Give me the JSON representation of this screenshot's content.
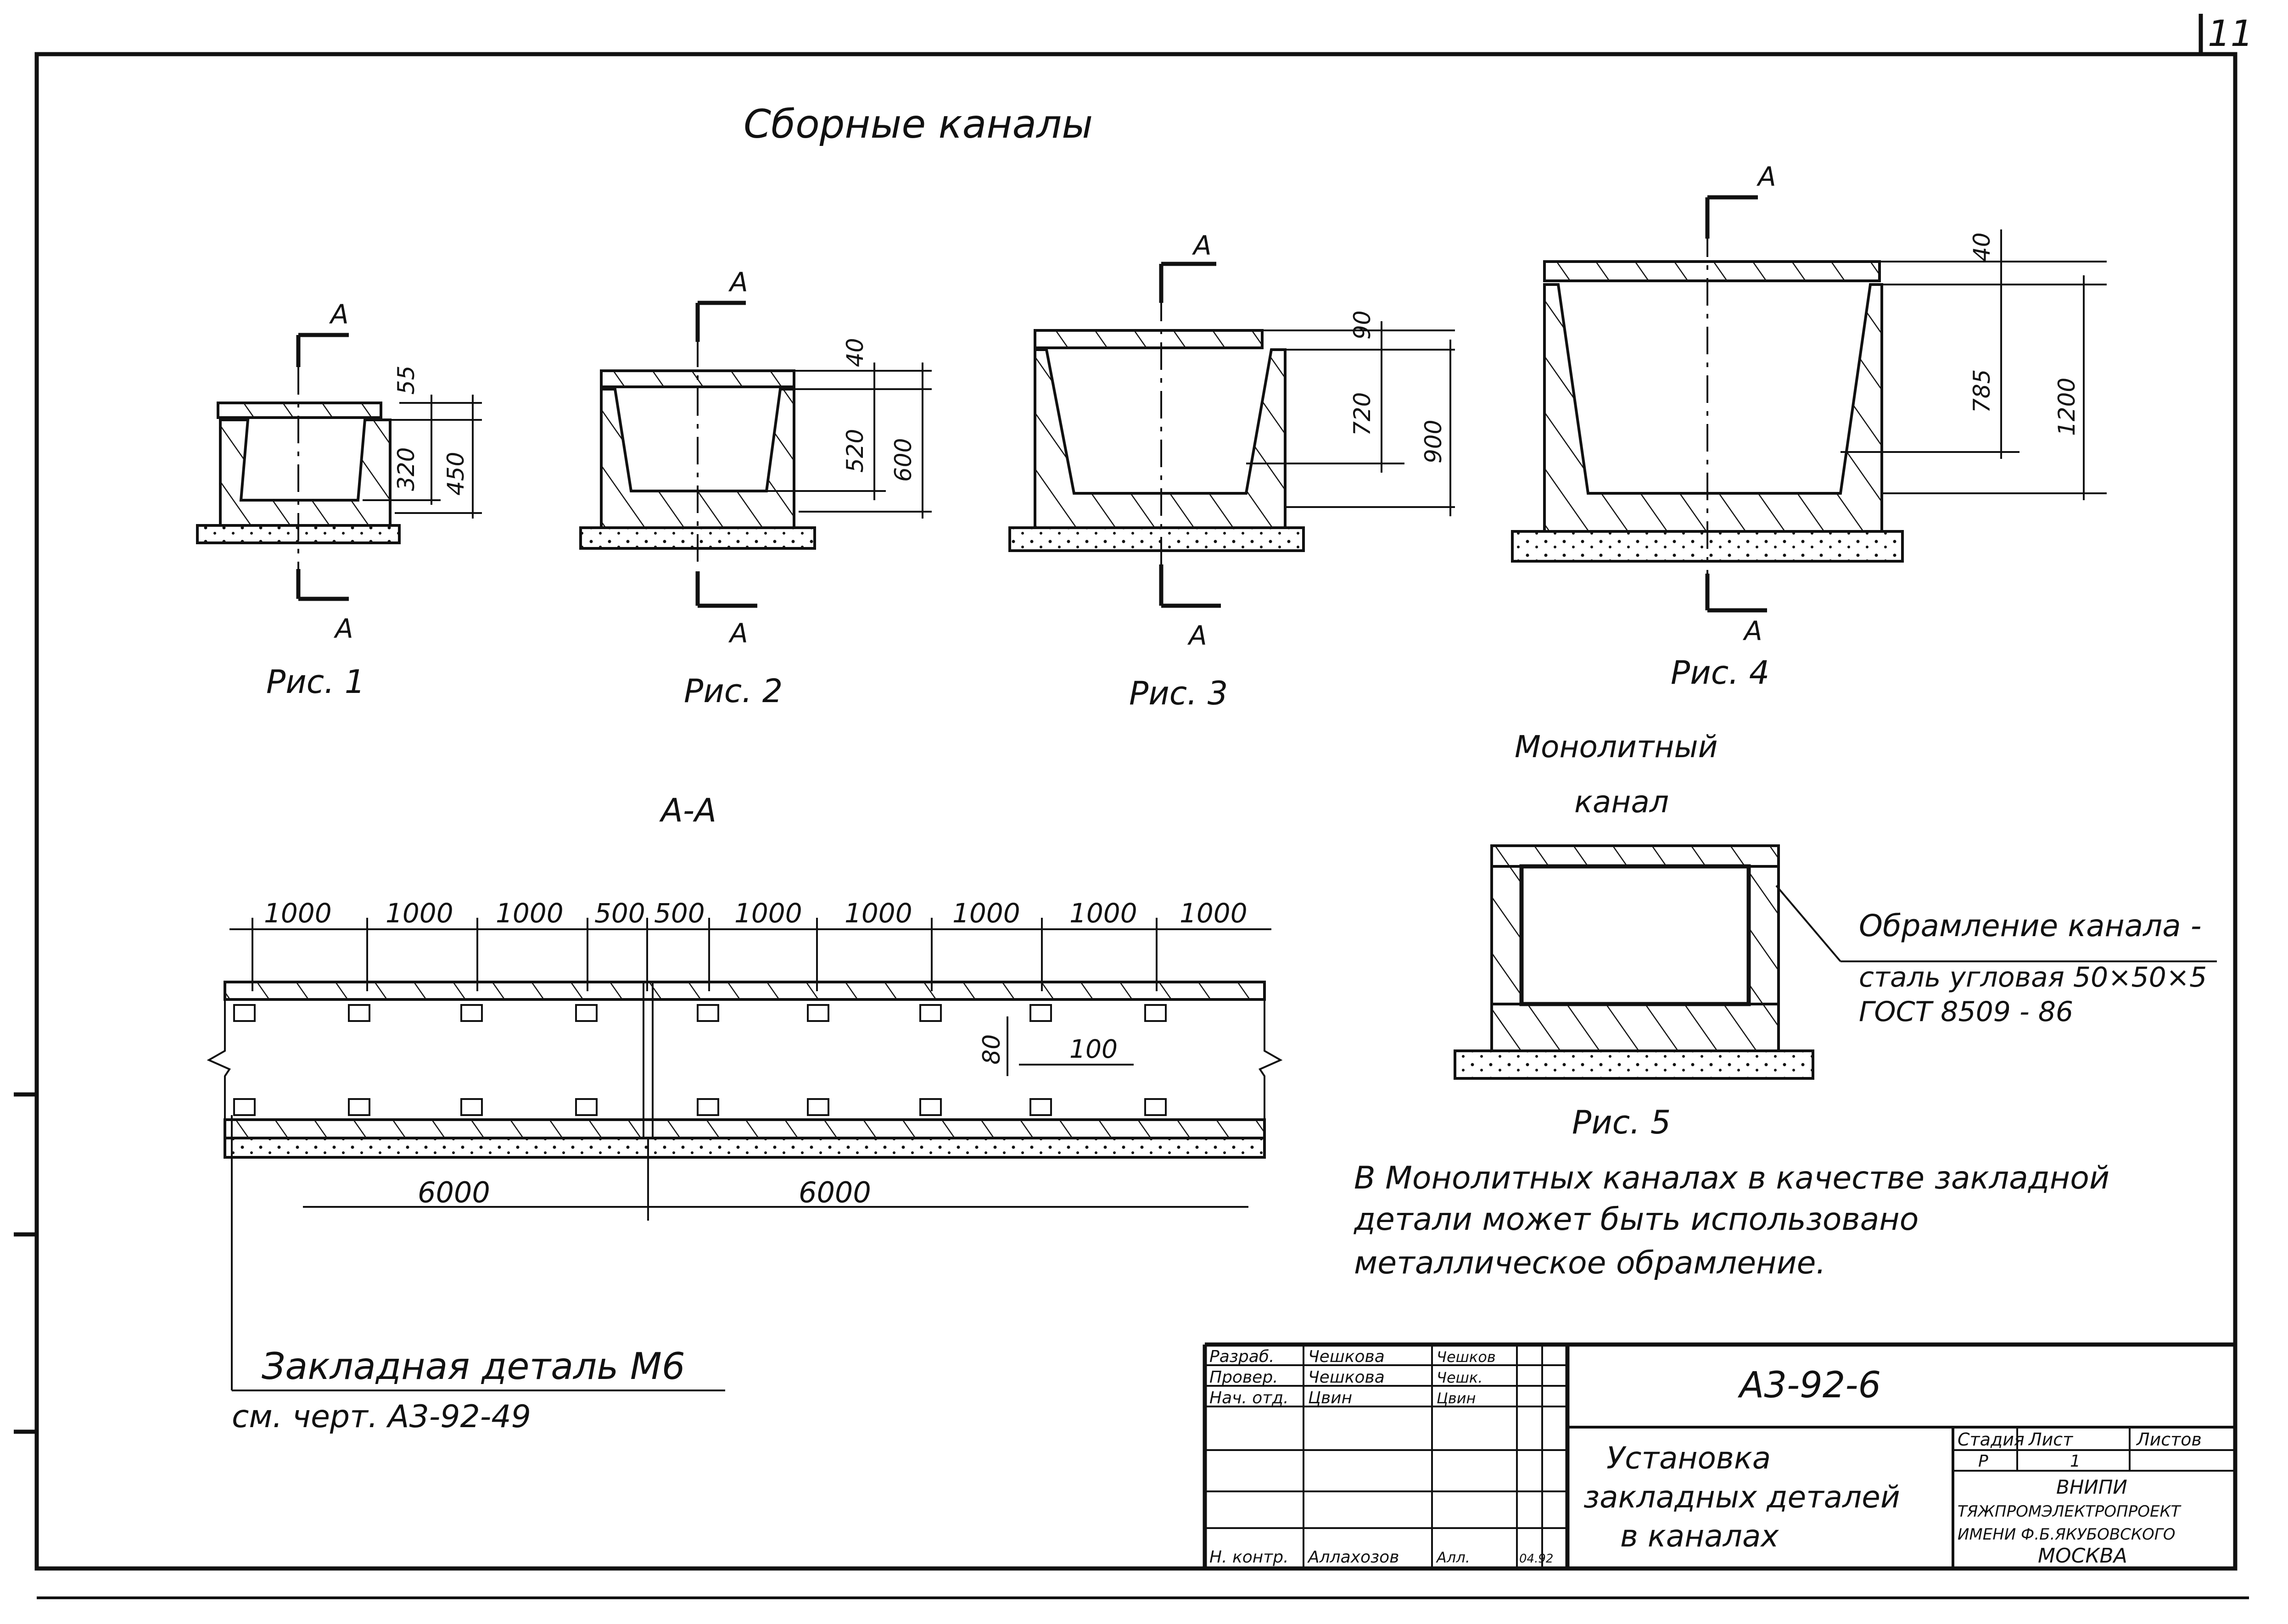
{
  "sheet_number": "11",
  "title": "Сборные каналы",
  "section_mark": "А",
  "figures": [
    {
      "caption": "Рис. 1",
      "dims": [
        "55",
        "320",
        "450"
      ]
    },
    {
      "caption": "Рис. 2",
      "dims": [
        "40",
        "520",
        "600"
      ]
    },
    {
      "caption": "Рис. 3",
      "dims": [
        "90",
        "720",
        "900"
      ]
    },
    {
      "caption": "Рис. 4",
      "dims": [
        "40",
        "785",
        "1200"
      ]
    }
  ],
  "monolithic": {
    "title_line1": "Монолитный",
    "title_line2": "канал",
    "caption": "Рис. 5",
    "callout_line1": "Обрамление канала -",
    "callout_line2": "сталь угловая 50×50×5",
    "callout_line3": "ГОСТ 8509 - 86",
    "note_line1": "В Монолитных каналах в качестве закладной",
    "note_line2": "детали может быть использовано",
    "note_line3": "металлическое обрамление."
  },
  "section_aa": {
    "title": "А-А",
    "top_dims": [
      "1000",
      "1000",
      "1000",
      "500",
      "500",
      "1000",
      "1000",
      "1000",
      "1000",
      "1000"
    ],
    "bottom_dims": [
      "6000",
      "6000"
    ],
    "detail_dims": [
      "80",
      "100"
    ],
    "embed_note": "Закладная деталь М6",
    "ref_note": "см. черт. А3-92-49"
  },
  "stamp": {
    "rows": [
      {
        "role": "Разраб.",
        "name": "Чешкова",
        "sign": "Чешков"
      },
      {
        "role": "Провер.",
        "name": "Чешкова",
        "sign": "Чешк."
      },
      {
        "role": "Нач. отд.",
        "name": "Цвин",
        "sign": "Цвин"
      },
      {
        "role": "",
        "name": "",
        "sign": ""
      },
      {
        "role": "",
        "name": "",
        "sign": ""
      },
      {
        "role": "",
        "name": "",
        "sign": ""
      },
      {
        "role": "Н. контр.",
        "name": "Аллахозов",
        "sign": "Алл.",
        "date": "04.92"
      }
    ],
    "doc_code": "А3-92-6",
    "doc_title_line1": "Установка",
    "doc_title_line2": "закладных деталей",
    "doc_title_line3": "в каналах",
    "col_stage": "Стадия",
    "col_sheet": "Лист",
    "col_sheets": "Листов",
    "stage_value": "Р",
    "sheet_value": "1",
    "org_line1": "ВНИПИ",
    "org_line2": "ТЯЖПРОМЭЛЕКТРОПРОЕКТ",
    "org_line3": "ИМЕНИ Ф.Б.ЯКУБОВСКОГО",
    "org_line4": "МОСКВА"
  }
}
